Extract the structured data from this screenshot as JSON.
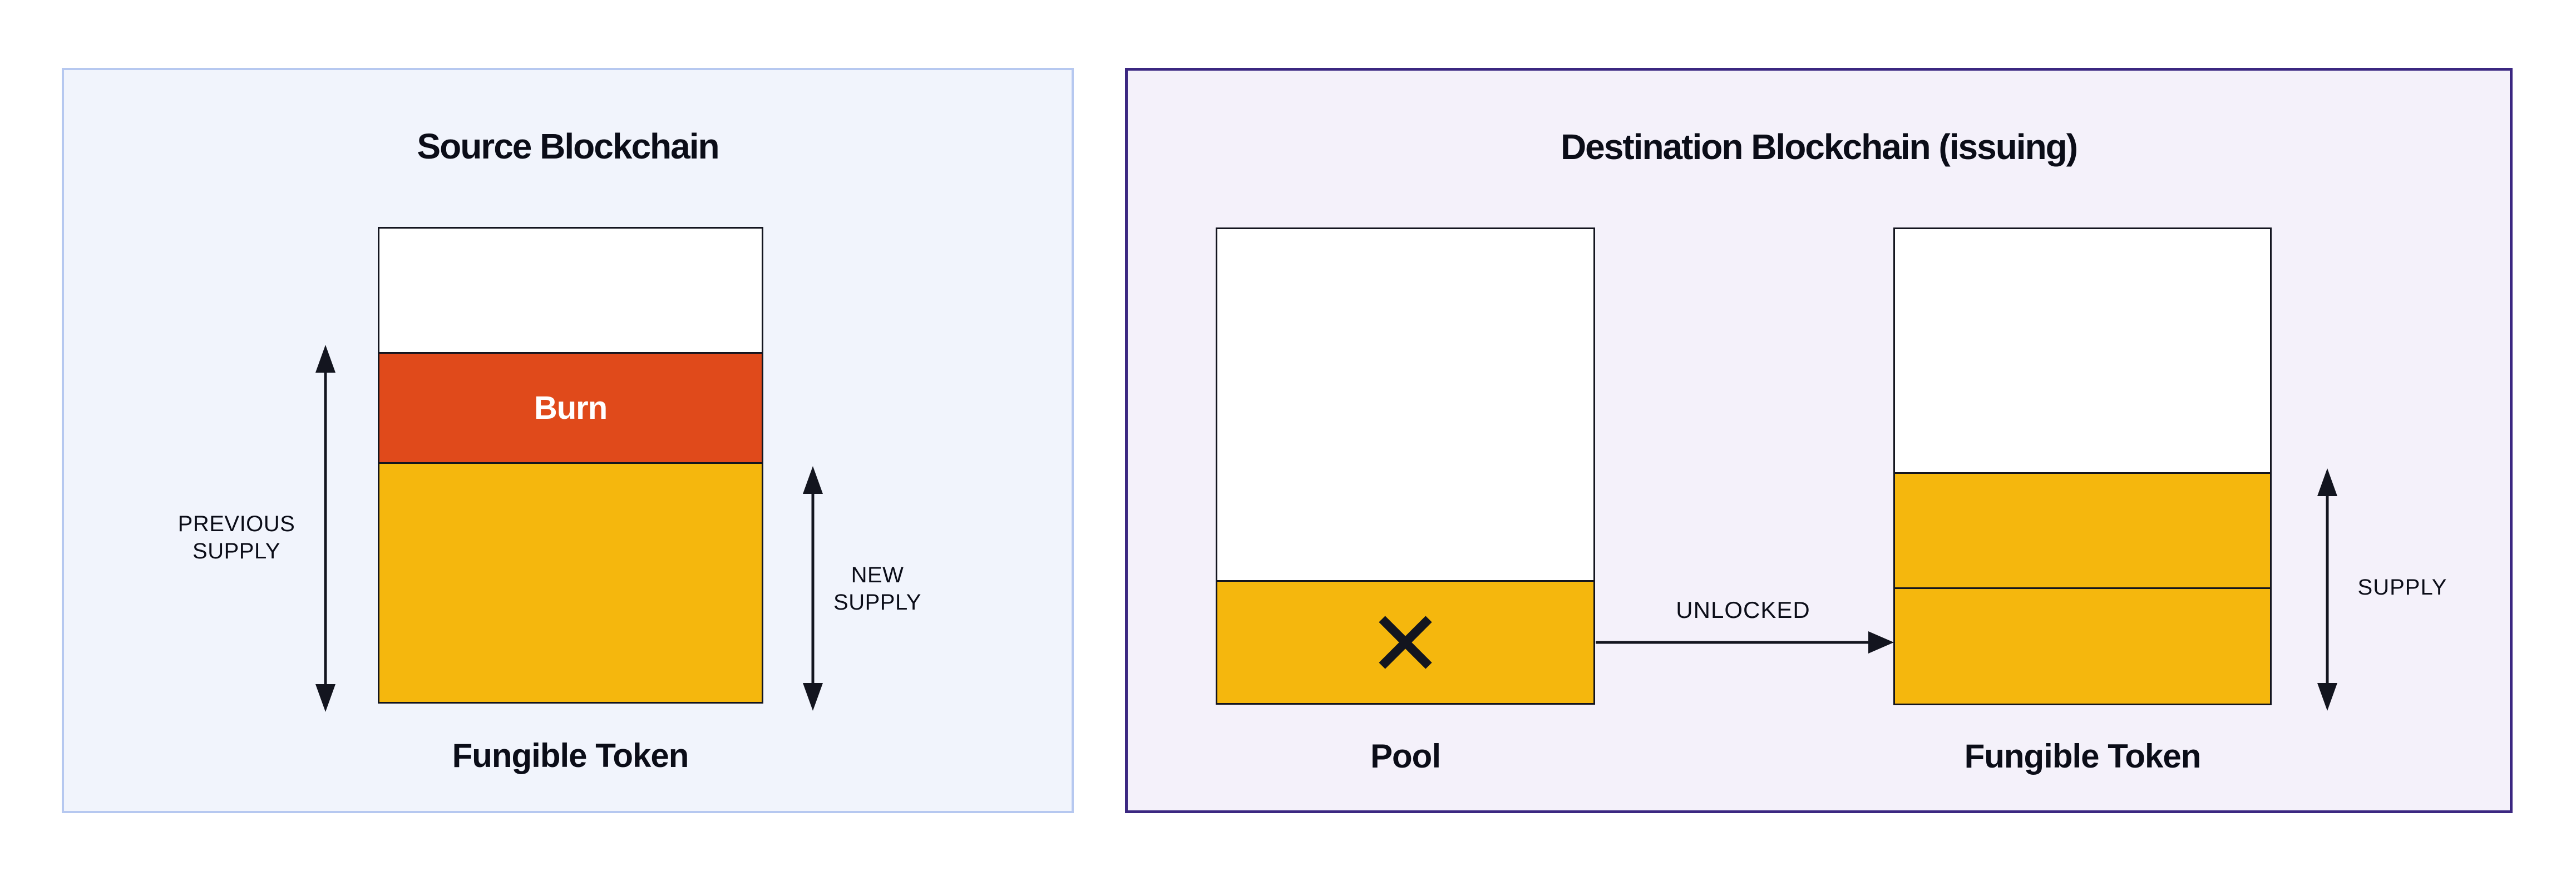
{
  "source_panel": {
    "title": "Source Blockchain",
    "bar": {
      "burn_label": "Burn",
      "caption": "Fungible Token"
    },
    "previous_supply_label": {
      "line1": "PREVIOUS",
      "line2": "SUPPLY"
    },
    "new_supply_label": {
      "line1": "NEW",
      "line2": "SUPPLY"
    },
    "colors": {
      "panel_background": "#f1f4fc",
      "panel_border": "#b6c8f0",
      "burn_section": "#e04a1b",
      "token_section": "#f5b70d",
      "bar_outline": "#13151f",
      "burn_text": "#ffffff"
    }
  },
  "destination_panel": {
    "title": "Destination Blockchain (issuing)",
    "pool": {
      "caption": "Pool"
    },
    "token": {
      "caption": "Fungible Token"
    },
    "unlocked_label": "UNLOCKED",
    "supply_label": "SUPPLY",
    "colors": {
      "panel_background": "#f4f1fa",
      "panel_border": "#3b2781",
      "pool_locked_section": "#f5b70d",
      "token_supply_sections": "#f5b70d",
      "bar_outline": "#13151f",
      "cross_mark": "#13151f"
    }
  }
}
